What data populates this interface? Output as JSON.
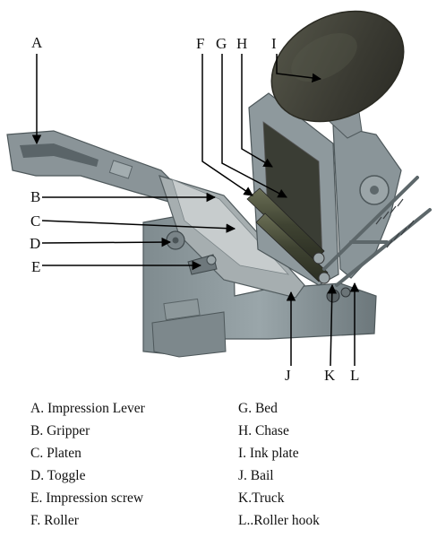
{
  "callouts": {
    "A": "A",
    "B": "B",
    "C": "C",
    "D": "D",
    "E": "E",
    "F": "F",
    "G": "G",
    "H": "H",
    "I": "I",
    "J": "J",
    "K": "K",
    "L": "L"
  },
  "legend": {
    "left": [
      "A. Impression Lever",
      "B. Gripper",
      "C. Platen",
      "D. Toggle",
      "E. Impression screw",
      "F. Roller"
    ],
    "right": [
      "G. Bed",
      "H. Chase",
      "I.  Ink plate",
      "J.  Bail",
      "K.Truck",
      "L..Roller hook"
    ]
  },
  "colors": {
    "press_body": "#8e9a9e",
    "press_shadow": "#5f6a6e",
    "ink_plate": "#3a3a32",
    "roller": "#4a4f3a",
    "arrow": "#000000"
  }
}
